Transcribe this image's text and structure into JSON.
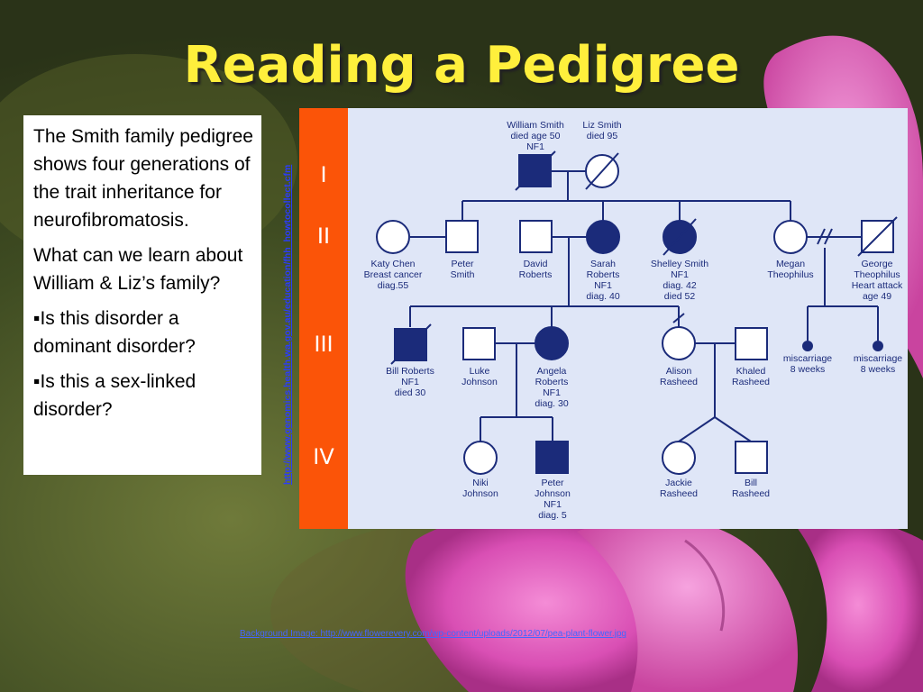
{
  "slide": {
    "title": "Reading a Pedigree",
    "intro_text": "The Smith family pedigree shows four generations of the trait inheritance for neurofibromatosis.",
    "question": "What can we learn about William & Liz’s family?",
    "bullets": [
      "▪Is this disorder a dominant disorder?",
      "▪Is this a sex-linked disorder?"
    ],
    "side_link": "http://www.genomics.health.wa.gov.au/education/fhh_howtocollect.cfm",
    "footer_link": "Background Image: http://www.flowerevery.com/wp-content/uploads/2012/07/pea-plant-flower.jpg"
  },
  "pedigree": {
    "generations": [
      "I",
      "II",
      "III",
      "IV"
    ],
    "colors": {
      "symbol": "#1b2b7a",
      "panel": "#dfe6f7",
      "generation_bar": "#fb5408"
    },
    "members": {
      "william": [
        "William Smith",
        "died age 50",
        "NF1"
      ],
      "liz": [
        "Liz Smith",
        "died 95"
      ],
      "katy": [
        "Katy Chen",
        "Breast cancer",
        "diag.55"
      ],
      "peter_s": [
        "Peter",
        "Smith"
      ],
      "david": [
        "David",
        "Roberts"
      ],
      "sarah": [
        "Sarah",
        "Roberts",
        "NF1",
        "diag. 40"
      ],
      "shelley": [
        "Shelley Smith",
        "NF1",
        "diag. 42",
        "died 52"
      ],
      "megan": [
        "Megan",
        "Theophilus"
      ],
      "george": [
        "George",
        "Theophilus",
        "Heart attack",
        "age 49"
      ],
      "bill_r": [
        "Bill Roberts",
        "NF1",
        "died 30"
      ],
      "luke": [
        "Luke",
        "Johnson"
      ],
      "angela": [
        "Angela",
        "Roberts",
        "NF1",
        "diag. 30"
      ],
      "alison": [
        "Alison",
        "Rasheed"
      ],
      "khaled": [
        "Khaled",
        "Rasheed"
      ],
      "misc1": [
        "miscarriage",
        "8 weeks"
      ],
      "misc2": [
        "miscarriage",
        "8 weeks"
      ],
      "niki": [
        "Niki",
        "Johnson"
      ],
      "peter_j": [
        "Peter",
        "Johnson",
        "NF1",
        "diag. 5"
      ],
      "jackie": [
        "Jackie",
        "Rasheed"
      ],
      "bill_ra": [
        "Bill",
        "Rasheed"
      ]
    }
  }
}
